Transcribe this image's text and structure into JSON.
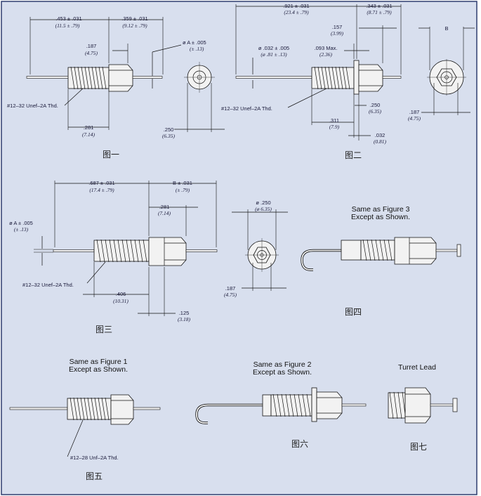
{
  "colors": {
    "background": "#d8dfee",
    "border": "#2d3c6e",
    "part_fill": "#f2f2f2",
    "line": "#111111"
  },
  "fig1": {
    "d1": ".453 ± .031",
    "d1i": "(11.5 ± .79)",
    "d2": ".359 ± .031",
    "d2i": "(9.12 ± .79)",
    "d3": ".187",
    "d3i": "(4.75)",
    "d4": "ø A ± .005",
    "d4i": "(± .13)",
    "thread": "#12–32 Unef–2A Thd.",
    "d5": ".281",
    "d5i": "(7.14)",
    "d6": ".250",
    "d6i": "(6.35)",
    "caption": "图一"
  },
  "fig2": {
    "d1": ".921 ± .031",
    "d1i": "(23.4 ± .79)",
    "d2": ".343 ± .031",
    "d2i": "(8.71 ± .79)",
    "d3": ".157",
    "d3i": "(3.99)",
    "d4": "ø .032 ± .005",
    "d4i": "(ø .81 ± .13)",
    "d5": ".093 Max.",
    "d5i": "(2.36)",
    "thread": "#12–32 Unef–2A Thd.",
    "d6": ".250",
    "d6i": "(6.35)",
    "d7": ".311",
    "d7i": "(7.9)",
    "d8": ".032",
    "d8i": "(0.81)",
    "d9": ".187",
    "d9i": "(4.75)",
    "dB": "B",
    "caption": "图二"
  },
  "fig3": {
    "d1": ".687 ± .031",
    "d1i": "(17.4 ± .79)",
    "d2": "B ± .031",
    "d2i": "(± .79)",
    "d3": ".281",
    "d3i": "(7.14)",
    "d4": "ø A ± .005",
    "d4i": "(± .13)",
    "d5": "ø .250",
    "d5i": "(ø 6.35)",
    "thread": "#12–32 Unef–2A Thd.",
    "d6": ".406",
    "d6i": "(10.31)",
    "d7": ".125",
    "d7i": "(3.18)",
    "d8": ".187",
    "d8i": "(4.75)",
    "caption": "图三"
  },
  "fig4": {
    "note1": "Same as Figure 3",
    "note2": "Except as Shown.",
    "caption": "图四"
  },
  "fig5": {
    "note1": "Same as Figure 1",
    "note2": "Except as Shown.",
    "thread": "#12–28 Unf–2A Thd.",
    "caption": "图五"
  },
  "fig6": {
    "note1": "Same as Figure 2",
    "note2": "Except as Shown.",
    "caption": "图六"
  },
  "fig7": {
    "note1": "Turret Lead",
    "caption": "图七"
  }
}
